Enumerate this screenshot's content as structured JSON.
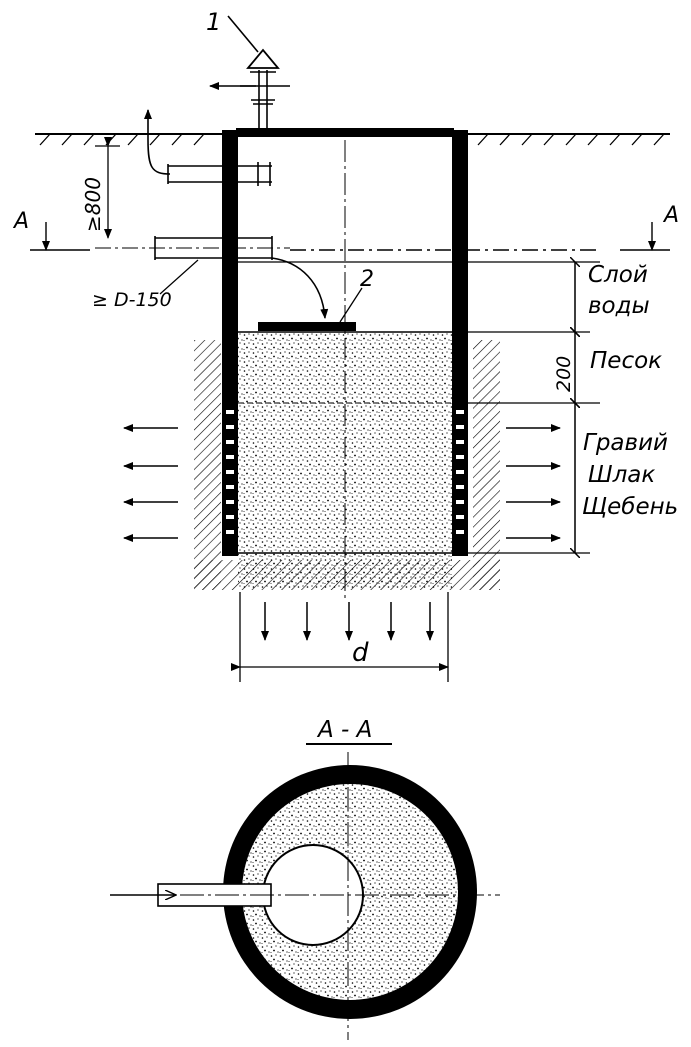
{
  "labels": {
    "callout_1": "1",
    "callout_2": "2",
    "section_mark_left": "A",
    "section_mark_right": "A",
    "dim_depth": "≥800",
    "dim_pipe": "≥ D-150",
    "dim_sand": "200",
    "dim_diameter": "d",
    "layer_water_1": "Слой",
    "layer_water_2": "воды",
    "layer_sand": "Песок",
    "layer_gravel_1": "Гравий",
    "layer_gravel_2": "Шлак",
    "layer_gravel_3": "Щебень",
    "section_title": "А - А"
  },
  "colors": {
    "ink": "#000000",
    "paper": "#ffffff"
  }
}
